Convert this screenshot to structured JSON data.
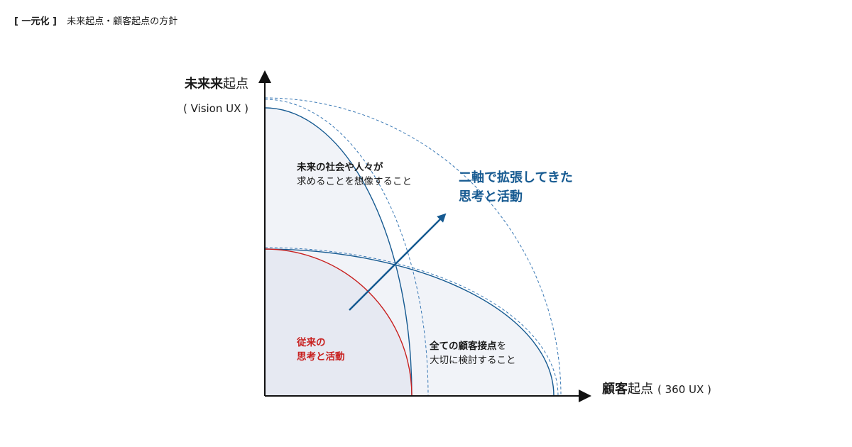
{
  "header": {
    "tag": "[ 一元化 ]",
    "subtitle": "未来起点・顧客起点の方針"
  },
  "axes": {
    "y": {
      "title_bold": "未来来",
      "title_rest": "起点",
      "sub": "( Vision UX )"
    },
    "x": {
      "title_bold": "顧客",
      "title_rest": "起点",
      "sub": "( 360 UX )"
    }
  },
  "regions": {
    "vision": {
      "line1_bold": "未来の社会や人々が",
      "line2": "求めることを想像すること"
    },
    "customer": {
      "line1_bold": "全ての顧客接点",
      "line1_rest": "を",
      "line2": "大切に検討すること"
    },
    "traditional": {
      "line1": "従来の",
      "line2": "思考と活動"
    }
  },
  "expansion": {
    "line1": "二軸で拡張してきた",
    "line2": "思考と活動"
  },
  "colors": {
    "accent_blue": "#165a91",
    "accent_red": "#c8201f",
    "region_light": "#f1f3f8",
    "region_overlap": "#e6e9f2",
    "axis": "#111111"
  }
}
